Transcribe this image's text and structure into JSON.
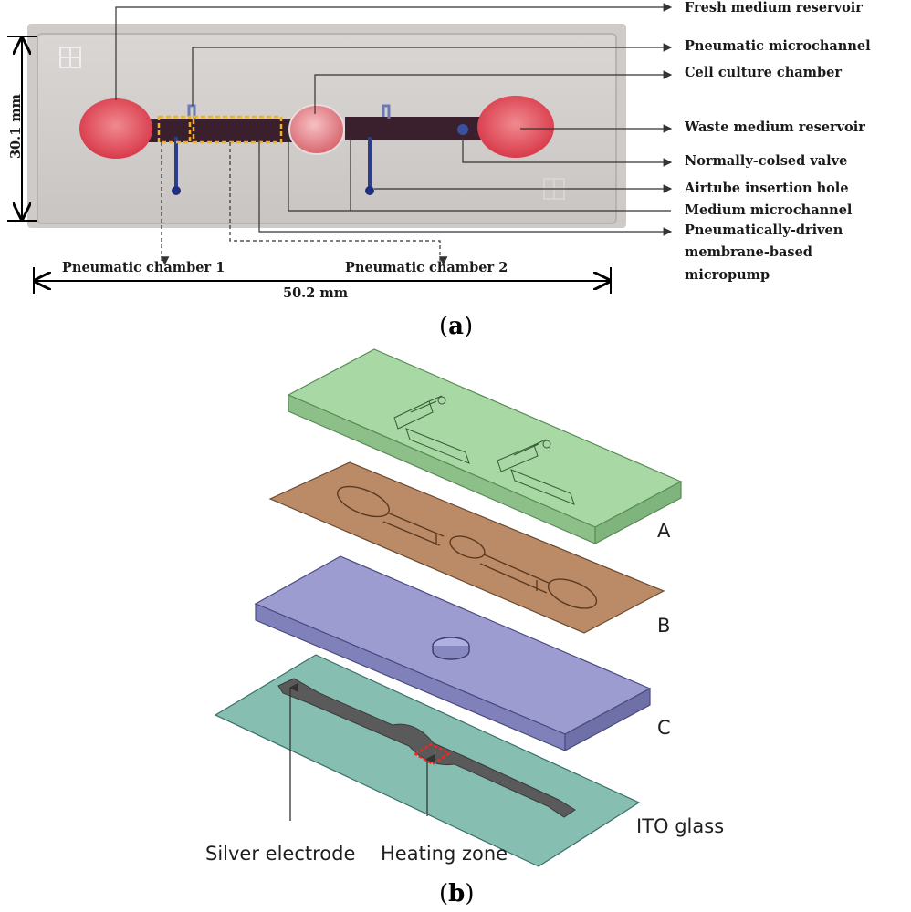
{
  "panel_a": {
    "sublabel": "a",
    "height_dimension": "30.1 mm",
    "width_dimension": "50.2 mm",
    "annotations": {
      "fresh_medium_reservoir": "Fresh medium reservoir",
      "pneumatic_microchannel": "Pneumatic microchannel",
      "cell_culture_chamber": "Cell culture chamber",
      "waste_medium_reservoir": "Waste medium reservoir",
      "normally_closed_valve": "Normally-colsed valve",
      "airtube_insertion_hole": "Airtube insertion hole",
      "medium_microchannel": "Medium microchannel",
      "micropump_line1": "Pneumatically-driven",
      "micropump_line2": "membrane-based",
      "micropump_line3": "micropump",
      "pneumatic_chamber_1": "Pneumatic chamber 1",
      "pneumatic_chamber_2": "Pneumatic chamber 2"
    },
    "colors": {
      "reservoir": "#e0535f",
      "channel": "#3a1f2c",
      "highlight": "#f0b020"
    }
  },
  "panel_b": {
    "sublabel": "b",
    "layers": [
      {
        "label": "A",
        "color": "#98cc96"
      },
      {
        "label": "B",
        "color": "#b88463"
      },
      {
        "label": "C",
        "color": "#8a8ac2"
      },
      {
        "label": "ITO glass",
        "color": "#7fb8ac"
      }
    ],
    "silver_electrode": "Silver electrode",
    "heating_zone": "Heating zone",
    "electrode_color": "#5a5a5a",
    "heating_zone_color": "#ff2020"
  }
}
